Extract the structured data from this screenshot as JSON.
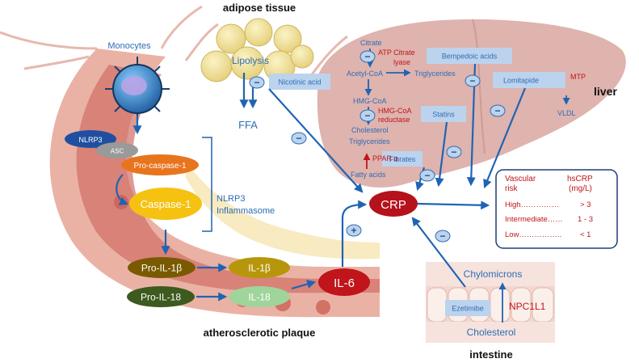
{
  "regions": {
    "adipose": "adipose tissue",
    "liver": "liver",
    "plaque": "atherosclerotic plaque",
    "intestine": "intestine"
  },
  "left": {
    "monocytes": "Monocytes",
    "nlrp3": "NLRP3",
    "asc": "ASC",
    "pro_caspase": "Pro-caspase-1",
    "caspase": "Caspase-1",
    "inflammasome_line1": "NLRP3",
    "inflammasome_line2": "Inflammasome",
    "pro_il1b": "Pro-IL-1β",
    "il1b": "IL-1β",
    "pro_il18": "Pro-IL-18",
    "il18": "IL-18",
    "il6": "IL-6"
  },
  "adipose": {
    "lipolysis": "Lipolysis",
    "ffa": "FFA",
    "nicotinic": "Nicotinic acid"
  },
  "liver": {
    "citrate": "Citrate",
    "atp_line1": "ATP Citrate",
    "atp_line2": "lyase",
    "acetyl": "Acetyl-CoA",
    "triglycerides": "Triglycerides",
    "hmg": "HMG-CoA",
    "hmgr_line1": "HMG-CoA",
    "hmgr_line2": "reductase",
    "cholesterol": "Cholesterol",
    "triglycerides2": "Triglycerides",
    "ppar": "PPAR α",
    "fatty": "Fatty acids",
    "bempedoic": "Bempedoic acids",
    "statins": "Statins",
    "fibrates": "Fibrates",
    "lomitapide": "Lomitapide",
    "mtp": "MTP",
    "vldl": "VLDL"
  },
  "crp": "CRP",
  "risk_table": {
    "header_line1": "Vascular",
    "header_line2": "risk",
    "hscrp_line1": "hsCRP",
    "hscrp_line2": "(mg/L)",
    "rows": [
      {
        "label": "High……………",
        "value": "> 3"
      },
      {
        "label": "Intermediate……",
        "value": "1 - 3"
      },
      {
        "label": "Low……………..",
        "value": "< 1"
      }
    ]
  },
  "intestine": {
    "chylomicrons": "Chylomicrons",
    "ezetimibe": "Ezetimibe",
    "npc1l1": "NPC1L1",
    "cholesterol": "Cholesterol"
  },
  "signs": {
    "minus": "−",
    "plus": "+"
  },
  "colors": {
    "arrow_blue": "#1f64b4",
    "text_blue": "#2e6db4",
    "drug_box": "#bcd3ee",
    "red_text": "#c0151b",
    "crp_red": "#b5121b",
    "liver": "#d9a6a0",
    "vessel": "#d98a7a",
    "caspase_yellow": "#f5c211",
    "procaspase_orange": "#e8741e",
    "il1b_olive": "#b8960c",
    "il18_green": "#9fd59a",
    "pro_il1b_brown": "#7a5a00",
    "pro_il18_green": "#3d5a1f"
  }
}
